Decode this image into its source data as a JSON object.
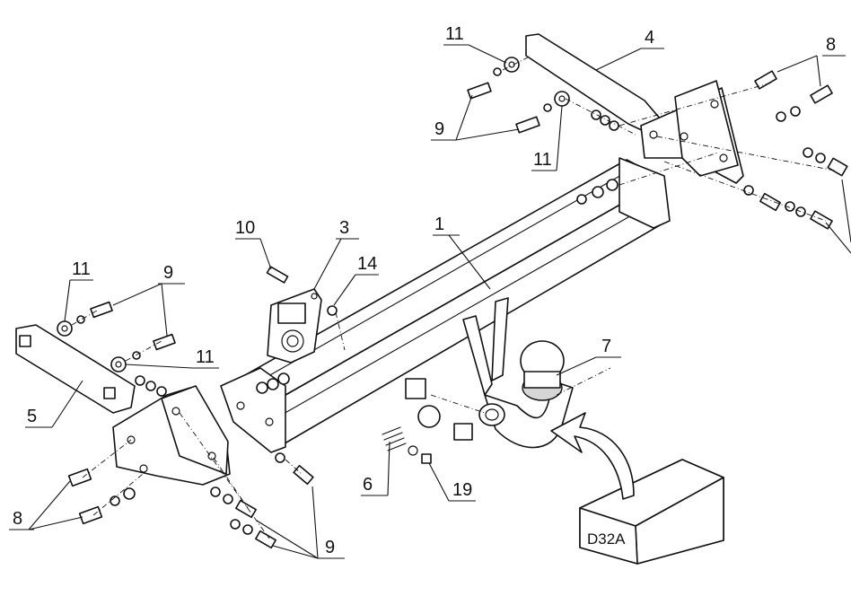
{
  "labels": {
    "p1": "1",
    "p3": "3",
    "p4": "4",
    "p5": "5",
    "p6": "6",
    "p7": "7",
    "p8_top": "8",
    "p8_bottom": "8",
    "p9_top": "9",
    "p9_left": "9",
    "p9_bottom": "9",
    "p10": "10",
    "p11_top_a": "11",
    "p11_top_b": "11",
    "p11_left_a": "11",
    "p11_left_b": "11",
    "p14": "14",
    "p19": "19"
  },
  "package_label": "D32A"
}
